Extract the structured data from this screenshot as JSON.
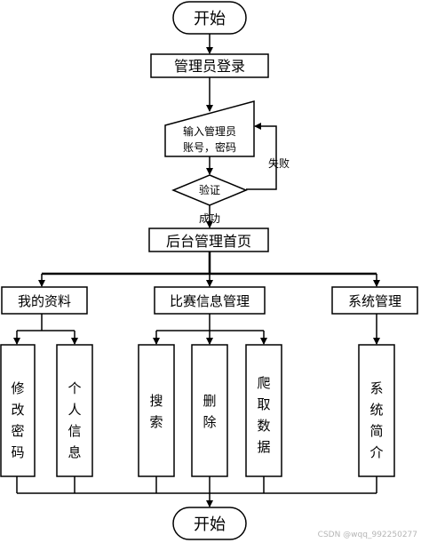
{
  "flowchart": {
    "start_label": "开始",
    "end_label": "开始",
    "admin_login": "管理员登录",
    "input_line1": "输入管理员",
    "input_line2": "账号，密码",
    "verify_label": "验证",
    "fail_label": "失败",
    "success_label": "成功",
    "home_label": "后台管理首页",
    "modules": {
      "my_info": {
        "label": "我的资料",
        "items": [
          {
            "chars": [
              "修",
              "改",
              "密",
              "码"
            ]
          },
          {
            "chars": [
              "个",
              "人",
              "信",
              "息"
            ]
          }
        ]
      },
      "match_info": {
        "label": "比赛信息管理",
        "items": [
          {
            "chars": [
              "搜",
              "索"
            ]
          },
          {
            "chars": [
              "删",
              "除"
            ]
          },
          {
            "chars": [
              "爬",
              "取",
              "数",
              "据"
            ]
          }
        ]
      },
      "system": {
        "label": "系统管理",
        "items": [
          {
            "chars": [
              "系",
              "统",
              "简",
              "介"
            ]
          }
        ]
      }
    }
  },
  "watermark": "CSDN @wqq_992250277"
}
